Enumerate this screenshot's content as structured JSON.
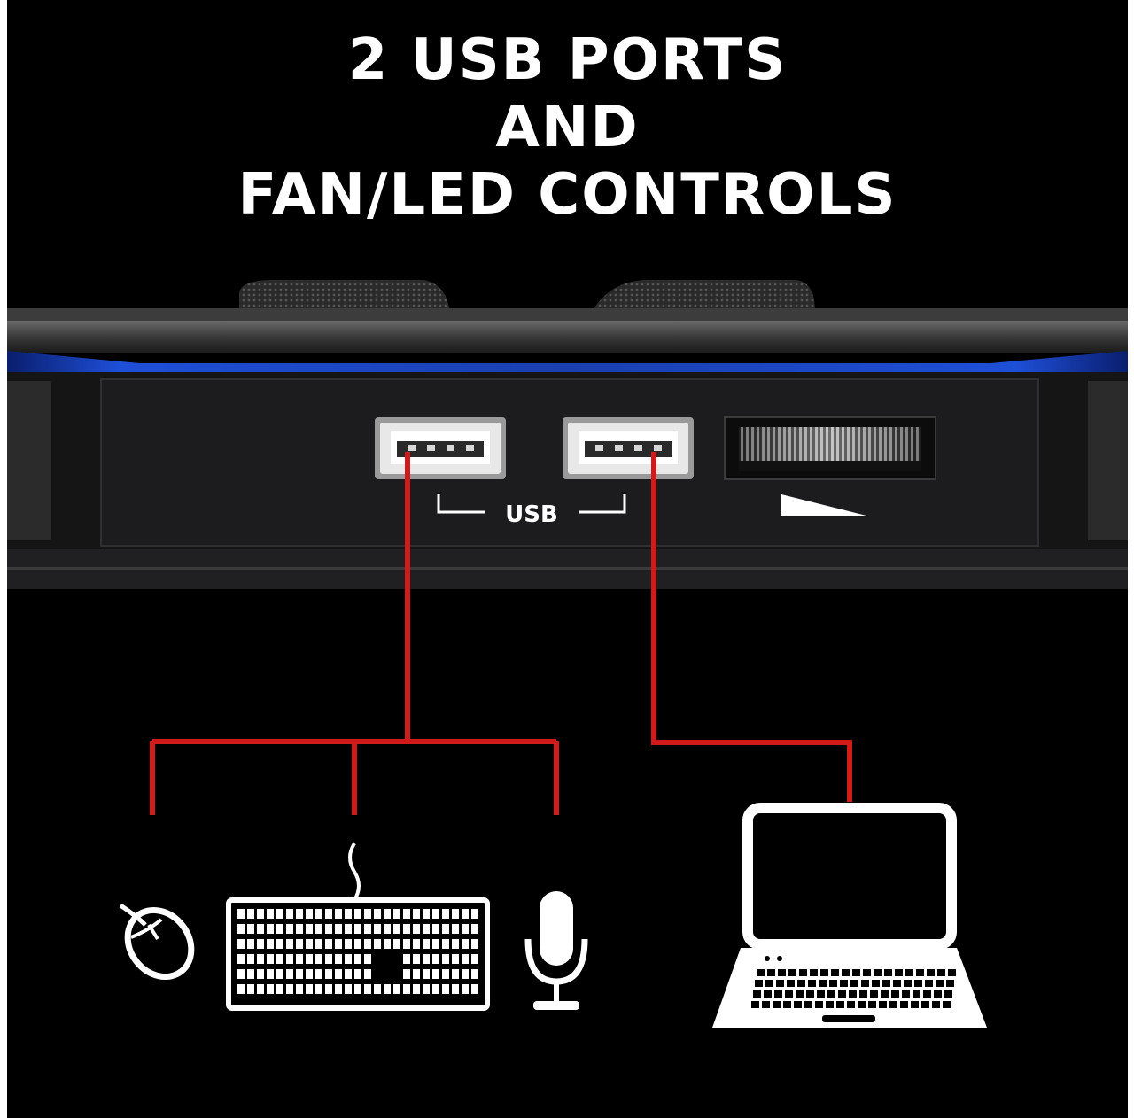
{
  "headline": {
    "line1": "2 USB PORTS",
    "line2": "AND",
    "line3": "FAN/LED CONTROLS"
  },
  "panel": {
    "usb_label": "USB"
  },
  "icons": {
    "left_group": [
      "mouse-icon",
      "keyboard-icon",
      "microphone-icon"
    ],
    "right_group": [
      "laptop-icon"
    ],
    "slider": "brightness-ramp-icon"
  },
  "colors": {
    "background": "#000000",
    "text": "#ffffff",
    "connector_lines": "#d11a1a",
    "accent_led": "#1e4fd8",
    "panel": "#1c1c1e"
  }
}
